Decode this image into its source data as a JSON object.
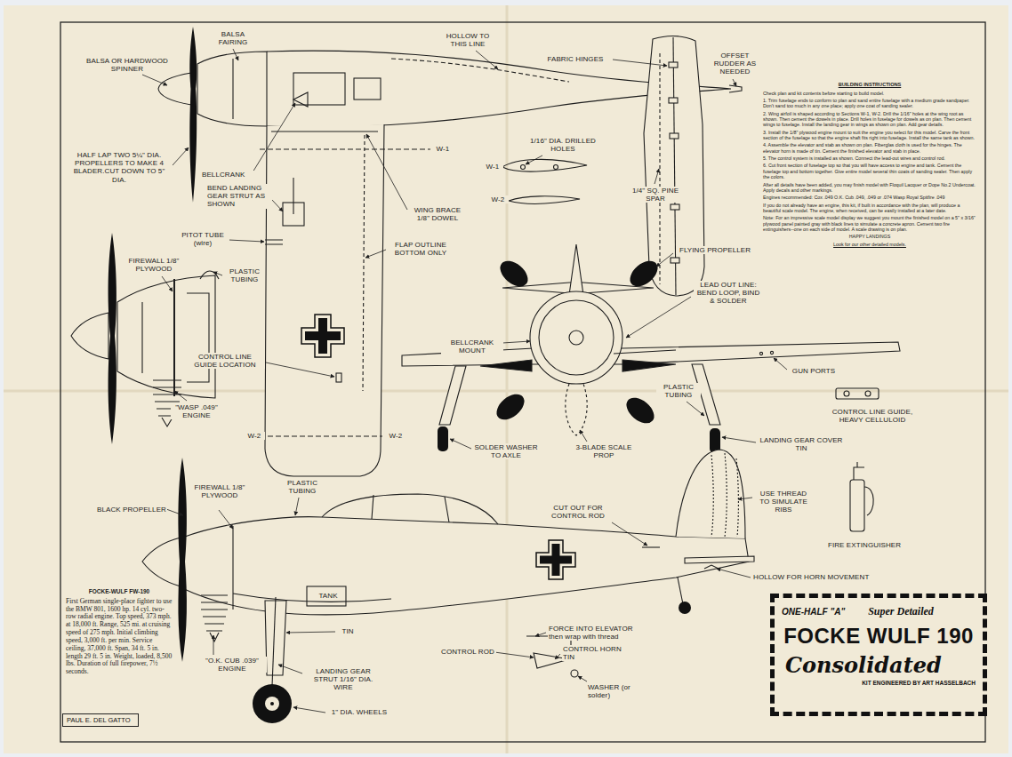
{
  "diagram": {
    "nodes": [
      {
        "text": [
          "ONE-HALF \"A\"",
          "Super Detailed",
          "FOCKE WULF 190",
          "Consolidated",
          "KIT ENGINEERED BY ART HASSELBACH"
        ]
      },
      {
        "text": [
          "PAUL E. DEL GATTO"
        ]
      }
    ],
    "labels": [
      "BALSA FAIRING",
      "BALSA OR HARDWOOD SPINNER",
      "HOLLOW TO THIS LINE",
      "FABRIC HINGES",
      "OFFSET RUDDER AS NEEDED",
      "BUILDING INSTRUCTIONS",
      "Check plan and kit contents before starting to build model.",
      "1. Trim fuselage ends to conform to plan and sand entire fuselage with a medium grade sandpaper. Don't sand too much in any one place; apply one coat of sanding sealer.",
      "2. Wing airfoil is shaped according to Sections W-1, W-2. Drill the 1/16\" holes at the wing root as shown. Then cement the dowels in place. Drill holes in fuselage for dowels as on plan. Then cement wings to fuselage. Install the landing gear in wings as shown on plan. Add gear details.",
      "3. Install the 1/8\" plywood engine mount to suit the engine you select for this model. Carve the front section of the fuselage so that the engine shaft fits right into fuselage. Install the same tank as shown.",
      "4. Assemble the elevator and stab as shown on plan. Fiberglas cloth is used for the hinges. The elevator horn is made of tin. Cement the finished elevator and stab in place.",
      "5. The control system is installed as shown. Connect the lead-out wires and control rod.",
      "6. Cut front section of fuselage top so that you will have access to engine and tank. Cement the fuselage top and bottom together. Give entire model several thin coats of sanding sealer. Then apply the colors.",
      "After all details have been added, you may finish model with Floquil Lacquer or Dope No.2 Undercoat. Apply decals and other markings.",
      "Engines recommended: Cox .049 O.K. Cub .049, .049 or .074 Wasp Royal Spitfire .049",
      "If you do not already have an engine, this kit, if built in accordance with the plan, will produce a beautiful scale model. The engine, when received, can be easily installed at a later date.",
      "Note: For an impressive scale model display we suggest you mount the finished model on a 5\" x 3/16\" plywood panel painted gray with black lines to simulate a concrete apron. Cement two fire extinguishers--one on each side of model. A scale drawing is on plan.",
      "HAPPY LANDINGS",
      "Look for our other detailed models.",
      "HALF LAP TWO 5¼\" DIA. PROPELLERS TO MAKE 4 BLADER.CUT DOWN TO 5\" DIA.",
      "1/16\" DIA. DRILLED HOLES",
      "W-1",
      "W-1",
      "W-2",
      "BELLCRANK",
      "1/4\" SQ. PINE SPAR",
      "BEND LANDING GEAR STRUT AS SHOWN",
      "WING BRACE 1/8\" DOWEL",
      "PITOT TUBE (wire)",
      "FLAP OUTLINE BOTTOM ONLY",
      "FLYING PROPELLER",
      "FIREWALL 1/8\" PLYWOOD",
      "PLASTIC TUBING",
      "LEAD OUT LINE: BEND LOOP, BIND & SOLDER",
      "BELLCRANK MOUNT",
      "CONTROL LINE GUIDE LOCATION",
      "GUN PORTS",
      "PLASTIC TUBING",
      "CONTROL LINE GUIDE, HEAVY CELLULOID",
      "\"WASP .049\" ENGINE",
      "W-2",
      "W-2",
      "SOLDER WASHER TO AXLE",
      "3-BLADE SCALE PROP",
      "LANDING GEAR COVER TIN",
      "PLASTIC TUBING",
      "FIREWALL 1/8\" PLYWOOD",
      "USE THREAD TO SIMULATE RIBS",
      "CUT OUT FOR CONTROL ROD",
      "BLACK PROPELLER",
      "FIRE EXTINGUISHER",
      "HOLLOW FOR HORN MOVEMENT",
      "TANK",
      "FOCKE-WULF FW-190",
      "First German single-place fighter to use the BMW 801, 1600 hp. 14 cyl. two-row radial engine. Top speed, 373 mph. at 18,000 ft. Range, 525 mi. at cruising speed of 275 mph. Initial climbing speed, 3,000 ft. per min. Service ceiling, 37,000 ft. Span, 34 ft. 5 in. length 29 ft. 5 in. Weight, loaded, 8,500 lbs. Duration of full firepower, 7½ seconds.",
      "TIN",
      "FORCE INTO ELEVATOR then wrap with thread",
      "CONTROL HORN TIN",
      "CONTROL ROD",
      "WASHER (or solder)",
      "\"O.K. CUB .039\" ENGINE",
      "LANDING GEAR STRUT 1/16\" DIA. WIRE",
      "1\" DIA. WHEELS"
    ]
  }
}
